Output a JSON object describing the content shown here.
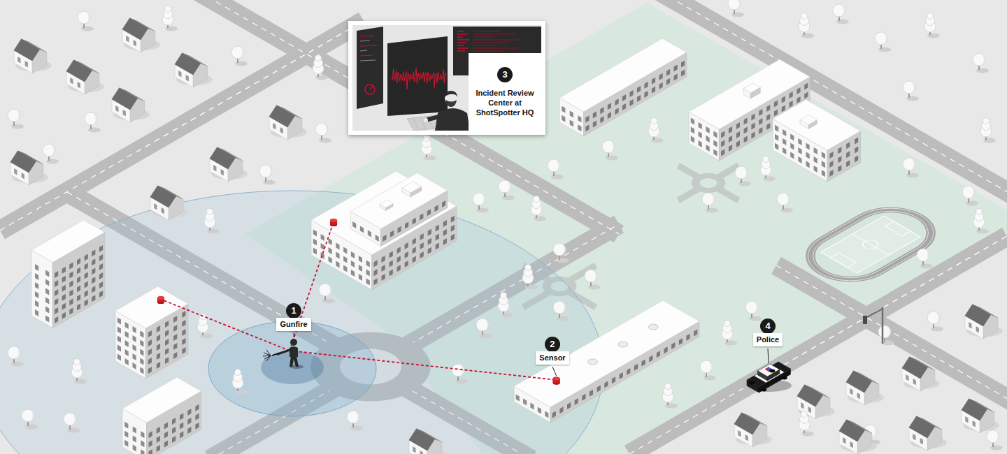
{
  "diagram": {
    "nodes": [
      {
        "text": [
          "1",
          "Gunfire"
        ]
      },
      {
        "text": [
          "2",
          "Sensor"
        ]
      },
      {
        "text": [
          "3",
          "Incident Review Center at ShotSpotter HQ"
        ]
      },
      {
        "text": [
          "4",
          "Police"
        ]
      }
    ]
  }
}
